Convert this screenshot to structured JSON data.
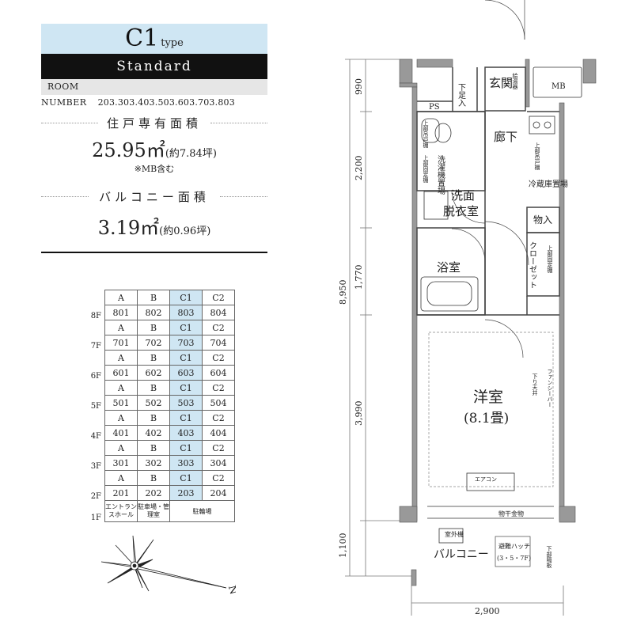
{
  "header": {
    "type_main": "C1",
    "type_sub": "type",
    "grade": "Standard",
    "room_number_label": "ROOM NUMBER",
    "room_numbers": "203.303.403.503.603.703.803"
  },
  "private_area": {
    "heading": "住戸専有面積",
    "value": "25.95",
    "unit": "㎡",
    "tsubo": "(約7.84坪)",
    "note": "※MB含む"
  },
  "balcony_area": {
    "heading": "バルコニー面積",
    "value": "3.19",
    "unit": "㎡",
    "tsubo": "(約0.96坪)"
  },
  "floor_table": {
    "rows": [
      {
        "floor": "",
        "cells": [
          "A",
          "B",
          "C1",
          "C2"
        ],
        "hl": 2
      },
      {
        "floor": "8F",
        "cells": [
          "801",
          "802",
          "803",
          "804"
        ],
        "hl": 2
      },
      {
        "floor": "",
        "cells": [
          "A",
          "B",
          "C1",
          "C2"
        ],
        "hl": 2
      },
      {
        "floor": "7F",
        "cells": [
          "701",
          "702",
          "703",
          "704"
        ],
        "hl": 2
      },
      {
        "floor": "",
        "cells": [
          "A",
          "B",
          "C1",
          "C2"
        ],
        "hl": 2
      },
      {
        "floor": "6F",
        "cells": [
          "601",
          "602",
          "603",
          "604"
        ],
        "hl": 2
      },
      {
        "floor": "",
        "cells": [
          "A",
          "B",
          "C1",
          "C2"
        ],
        "hl": 2
      },
      {
        "floor": "5F",
        "cells": [
          "501",
          "502",
          "503",
          "504"
        ],
        "hl": 2
      },
      {
        "floor": "",
        "cells": [
          "A",
          "B",
          "C1",
          "C2"
        ],
        "hl": 2
      },
      {
        "floor": "4F",
        "cells": [
          "401",
          "402",
          "403",
          "404"
        ],
        "hl": 2
      },
      {
        "floor": "",
        "cells": [
          "A",
          "B",
          "C1",
          "C2"
        ],
        "hl": 2
      },
      {
        "floor": "3F",
        "cells": [
          "301",
          "302",
          "303",
          "304"
        ],
        "hl": 2
      },
      {
        "floor": "",
        "cells": [
          "A",
          "B",
          "C1",
          "C2"
        ],
        "hl": 2
      },
      {
        "floor": "2F",
        "cells": [
          "201",
          "202",
          "203",
          "204"
        ],
        "hl": 2
      }
    ],
    "ground": {
      "floor": "1F",
      "entrance": "エントランスホール",
      "parking": "駐車場・管理室",
      "bicycle": "駐輪場"
    }
  },
  "compass": {
    "north": "N"
  },
  "plan": {
    "dims": {
      "d990": "990",
      "d2200": "2,200",
      "d1770": "1,770",
      "d3990": "3,990",
      "d1100": "1,100",
      "d8950": "8,950",
      "d2900": "2,900"
    },
    "rooms": {
      "entrance": "玄関",
      "shoe": "下足入",
      "meter": "給湯器",
      "mb": "MB",
      "ps": "PS",
      "hall": "廊下",
      "upper_shelf1": "上部吊戸棚",
      "upper_shelf2": "上部吊戸棚",
      "upper_shelf3": "上部固定棚",
      "washer": "洗濯機置場",
      "washroom1": "洗面",
      "washroom2": "脱衣室",
      "fridge": "冷蔵庫置場",
      "closet_in": "物入",
      "closet": "クローゼット",
      "upper_fixed": "上部固定棚",
      "bath": "浴室",
      "western": "洋室",
      "western_size": "(8.1畳)",
      "lowered_ceiling": "下り天井",
      "fan": "ファンシーバー",
      "aircon": "エアコン",
      "hanger": "物干金物",
      "outdoor_unit": "室外機",
      "balcony": "バルコニー",
      "hatch": "避難ハッチ",
      "hatch_floors": "(3・5・7F)",
      "lower_partition": "下部隔板"
    }
  }
}
